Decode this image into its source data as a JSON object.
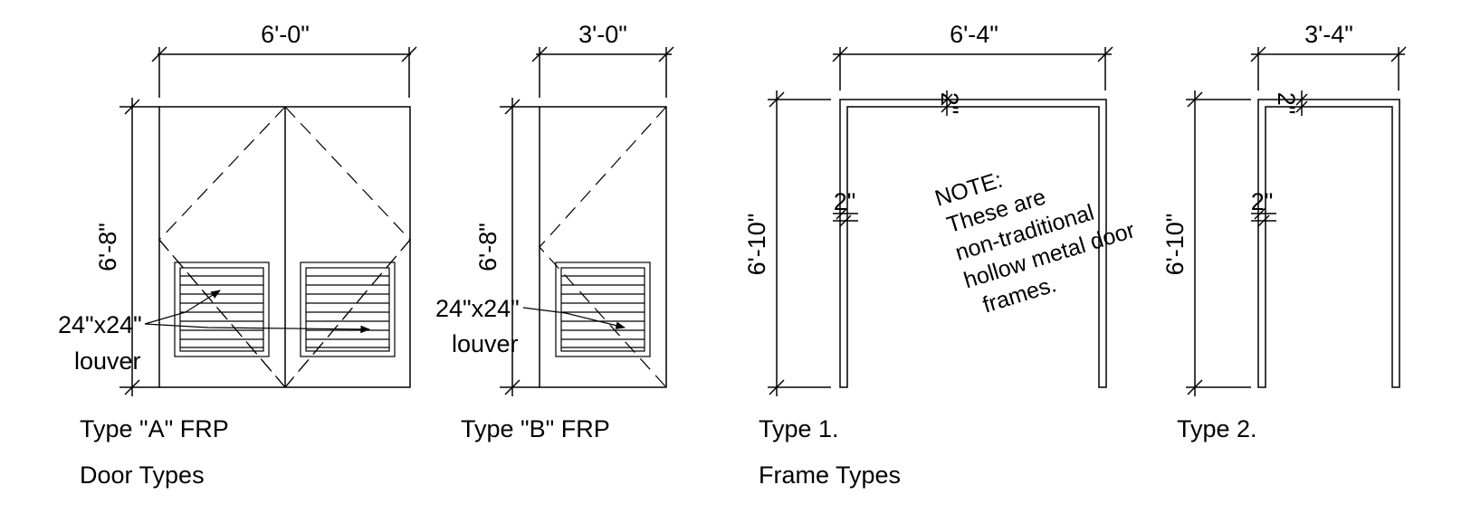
{
  "door_types": {
    "section_title": "Door Types",
    "type_a": {
      "label": "Type \"A\" FRP",
      "width": "6'-0\"",
      "height": "6'-8\"",
      "louver_label_line1": "24\"x24\"",
      "louver_label_line2": "louver"
    },
    "type_b": {
      "label": "Type \"B\" FRP",
      "width": "3'-0\"",
      "height": "6'-8\"",
      "louver_label_line1": "24\"x24\"",
      "louver_label_line2": "louver"
    }
  },
  "frame_types": {
    "section_title": "Frame Types",
    "type_1": {
      "label": "Type 1.",
      "width": "6'-4\"",
      "height": "6'-10\"",
      "head_depth": "2\"",
      "jamb_width": "2\""
    },
    "type_2": {
      "label": "Type 2.",
      "width": "3'-4\"",
      "height": "6'-10\"",
      "head_depth": "2\"",
      "jamb_width": "2\""
    },
    "note": {
      "line1": "NOTE:",
      "line2": "These are",
      "line3": "non-traditional",
      "line4": "hollow metal door",
      "line5": "frames."
    }
  }
}
